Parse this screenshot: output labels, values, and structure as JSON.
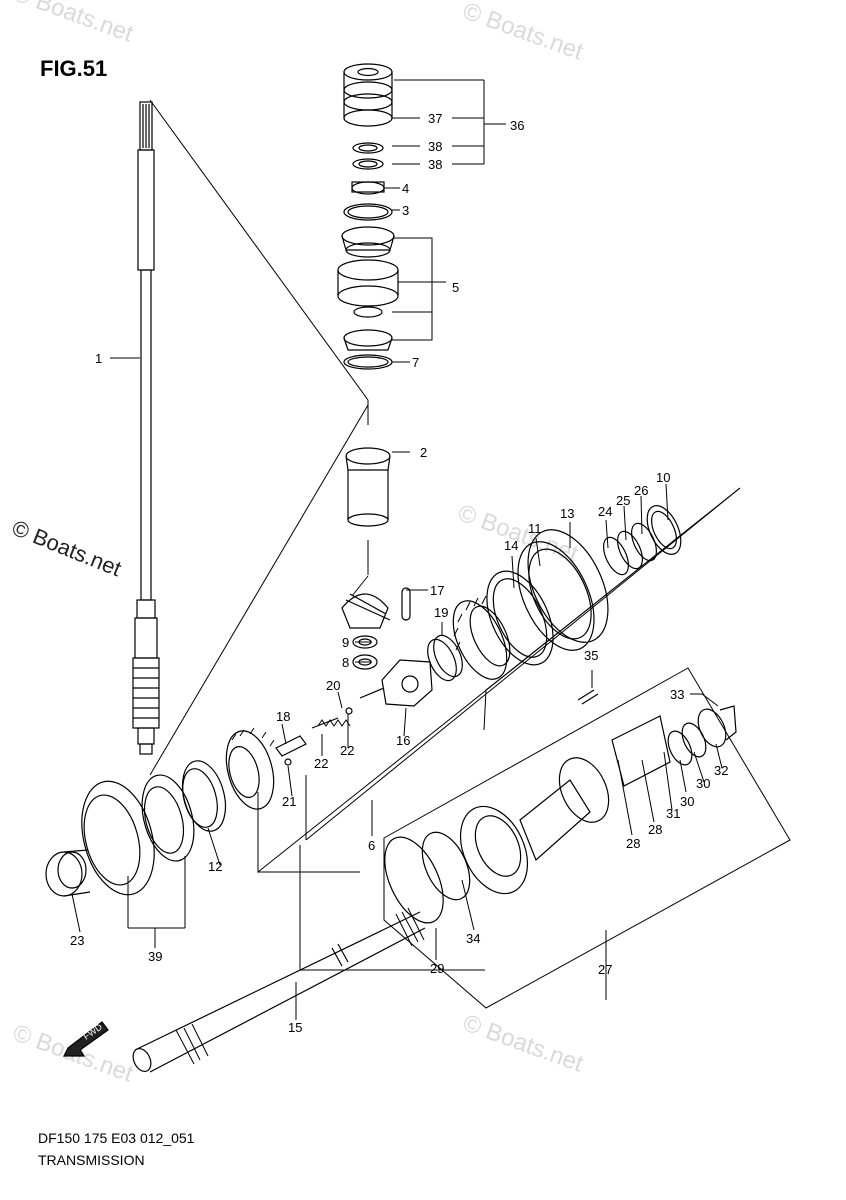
{
  "figure": {
    "title": "FIG.51",
    "footer_code": "DF150 175 E03 012_051",
    "footer_title": "TRANSMISSION"
  },
  "watermark": {
    "text": "© Boats.net"
  },
  "direction_mark": {
    "text": "FWD"
  },
  "callouts": [
    "1",
    "2",
    "3",
    "4",
    "5",
    "6",
    "7",
    "8",
    "9",
    "10",
    "11",
    "12",
    "13",
    "14",
    "15",
    "16",
    "17",
    "18",
    "19",
    "20",
    "21",
    "22",
    "22",
    "23",
    "24",
    "25",
    "26",
    "27",
    "28",
    "28",
    "29",
    "30",
    "30",
    "31",
    "32",
    "33",
    "34",
    "35",
    "36",
    "37",
    "38",
    "38",
    "39"
  ],
  "colors": {
    "line": "#000000",
    "watermark": "#d9d9d9"
  }
}
